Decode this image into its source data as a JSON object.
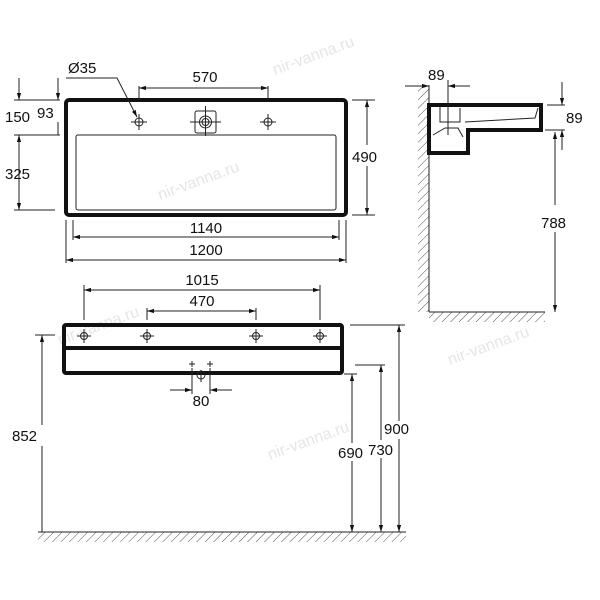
{
  "watermark": "nir-vanna.ru",
  "top_view": {
    "hole_diameter": "Ø35",
    "hole_spacing": "570",
    "dim_150": "150",
    "dim_93": "93",
    "dim_325": "325",
    "depth": "490",
    "inner_width": "1140",
    "outer_width": "1200"
  },
  "side_view": {
    "wall_offset": "89",
    "rim_height": "89",
    "rim_height_from_floor": "788"
  },
  "front_view": {
    "outer_holes": "1015",
    "inner_holes": "470",
    "drain_spacing": "80",
    "height_852": "852",
    "height_690": "690",
    "height_730": "730",
    "height_900": "900"
  }
}
